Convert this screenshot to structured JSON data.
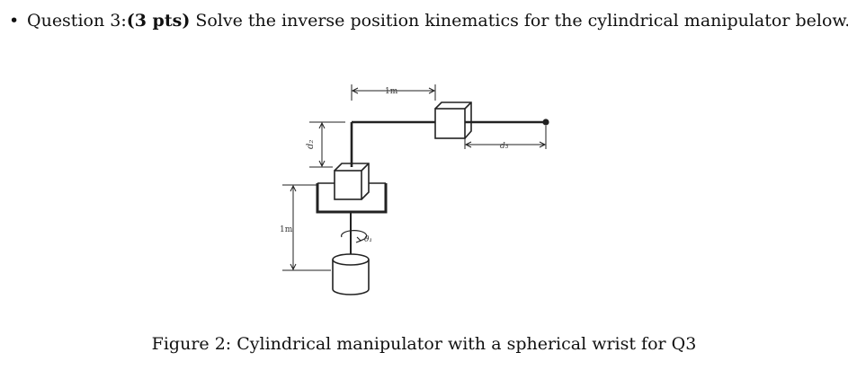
{
  "question": {
    "bullet": "•",
    "prefix": "Question 3:",
    "points": "(3 pts)",
    "text": " Solve the inverse position kinematics for the cylindrical manipulator below."
  },
  "figure": {
    "labels": {
      "top_length": "1m",
      "d2": "d₂",
      "d3": "d₃",
      "base_height": "1m",
      "theta1": "θ₁"
    }
  },
  "caption": "Figure 2: Cylindrical manipulator with a spherical wrist for Q3"
}
